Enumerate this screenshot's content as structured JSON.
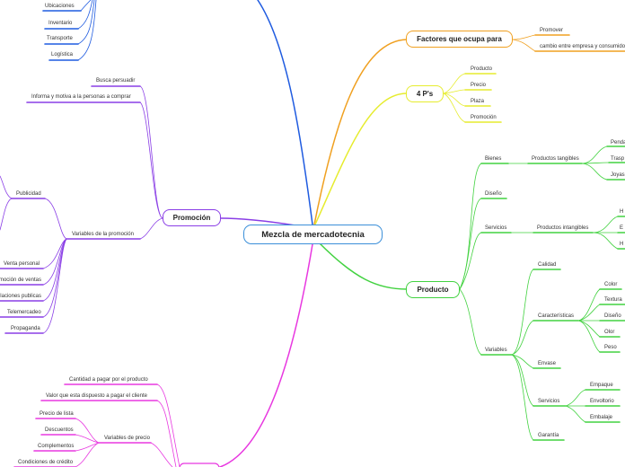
{
  "central": "Mezcla de mercadotecnia",
  "colors": {
    "blue": "#1f5be0",
    "orange": "#f0a020",
    "yellow": "#e6ec2e",
    "green": "#42d240",
    "purple": "#8a3ee6",
    "magenta": "#e838e0",
    "central_border": "#3b8fd9"
  },
  "distribucion": {
    "items": [
      "Ubicaciones",
      "Inventario",
      "Transporte",
      "Logística"
    ]
  },
  "factores": {
    "label": "Factores que ocupa para",
    "items": [
      "Promover",
      "cambio entre empresa y consumidor"
    ]
  },
  "cuatro_p": {
    "label": "4 P's",
    "items": [
      "Producto",
      "Precio",
      "Plaza",
      "Promoción"
    ]
  },
  "producto": {
    "label": "Producto",
    "bienes": {
      "label": "Bienes",
      "tangibles": {
        "label": "Productos tangibles",
        "items": [
          "Penda",
          "Trasp",
          "Joyas"
        ]
      }
    },
    "diseno": "Diseño",
    "servicios": {
      "label": "Servicios",
      "intangibles": {
        "label": "Productos intangibles",
        "items": [
          "H",
          "E",
          "H"
        ]
      }
    },
    "variables": {
      "label": "Variables",
      "calidad": "Calidad",
      "caracteristicas": {
        "label": "Características",
        "items": [
          "Color",
          "Textura",
          "Diseño",
          "Olor",
          "Peso"
        ]
      },
      "envase": "Envase",
      "servicios": {
        "label": "Servicios",
        "items": [
          "Empaque",
          "Envoltorio",
          "Embalaje"
        ]
      },
      "garantia": "Garantía"
    }
  },
  "promocion": {
    "label": "Promoción",
    "busca": "Busca persuadir",
    "informa": "Informa y motiva a la personas a comprar",
    "variables": {
      "label": "Variables de la promoción",
      "items": [
        "Publicidad",
        "Venta personal",
        "Promoción de ventas",
        "Relaciones publicas",
        "Telemercadeo",
        "Propaganda"
      ]
    }
  },
  "precio": {
    "cantidad": "Cantidad a pagar por el producto",
    "valor": "Valor que esta dispuesto a pagar el cliente",
    "variables": {
      "label": "Variables de precio",
      "items": [
        "Precio de lista",
        "Descuentos",
        "Complementos",
        "Condiciones de crédito"
      ]
    }
  }
}
